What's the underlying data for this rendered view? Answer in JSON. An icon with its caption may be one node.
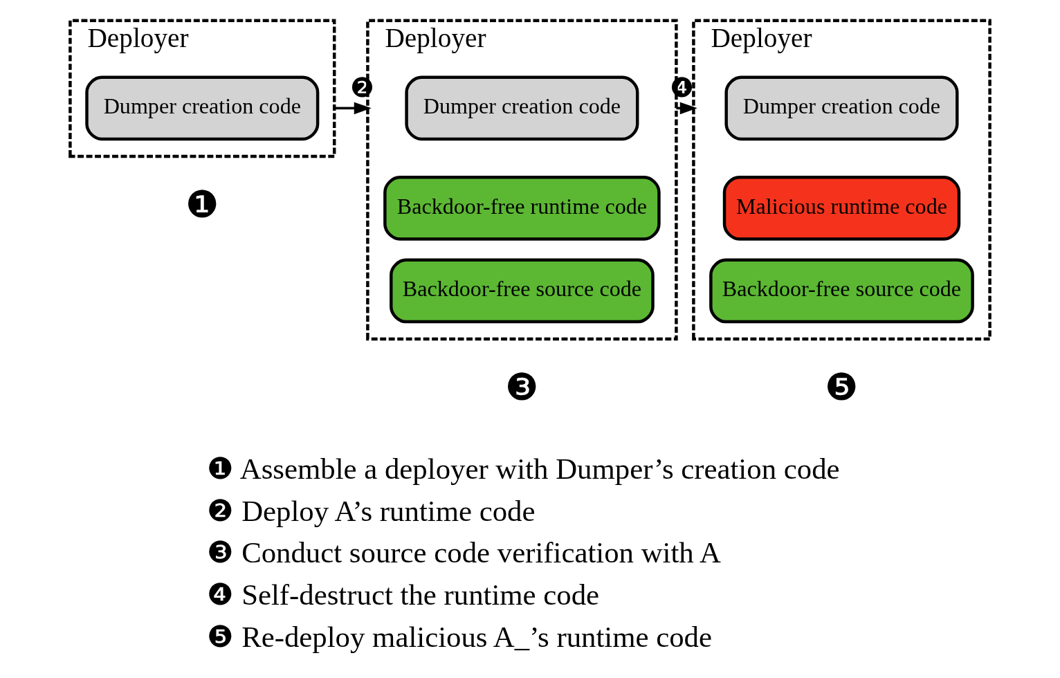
{
  "diagram": {
    "nodes": [
      {
        "text": [
          "Deployer"
        ],
        "beside": [
          "❶"
        ]
      },
      {
        "text": [
          "Dumper creation code"
        ],
        "in": 0
      },
      {
        "text": [
          "Deployer"
        ],
        "beside": [
          "❸"
        ]
      },
      {
        "text": [
          "Dumper creation code"
        ],
        "in": 2
      },
      {
        "text": [
          "Backdoor-free runtime code"
        ],
        "in": 2
      },
      {
        "text": [
          "Backdoor-free source code"
        ],
        "in": 2
      },
      {
        "text": [
          "Deployer"
        ],
        "beside": [
          "❺"
        ]
      },
      {
        "text": [
          "Dumper creation code"
        ],
        "in": 6
      },
      {
        "text": [
          "Malicious runtime code"
        ],
        "in": 6
      },
      {
        "text": [
          "Backdoor-free source code"
        ],
        "in": 6
      }
    ],
    "edges": [
      {
        "from": 0,
        "to": 2,
        "arrow": "to",
        "label": "❷"
      },
      {
        "from": 2,
        "to": 6,
        "arrow": "to",
        "label": "❹"
      }
    ],
    "labels": [
      "❶ Assemble a deployer with Dumper’s creation code",
      "❷ Deploy A’s runtime code",
      "❸ Conduct source code verification with A",
      "❹ Self-destruct the runtime code",
      "❺ Re-deploy malicious A_’s runtime code"
    ]
  }
}
